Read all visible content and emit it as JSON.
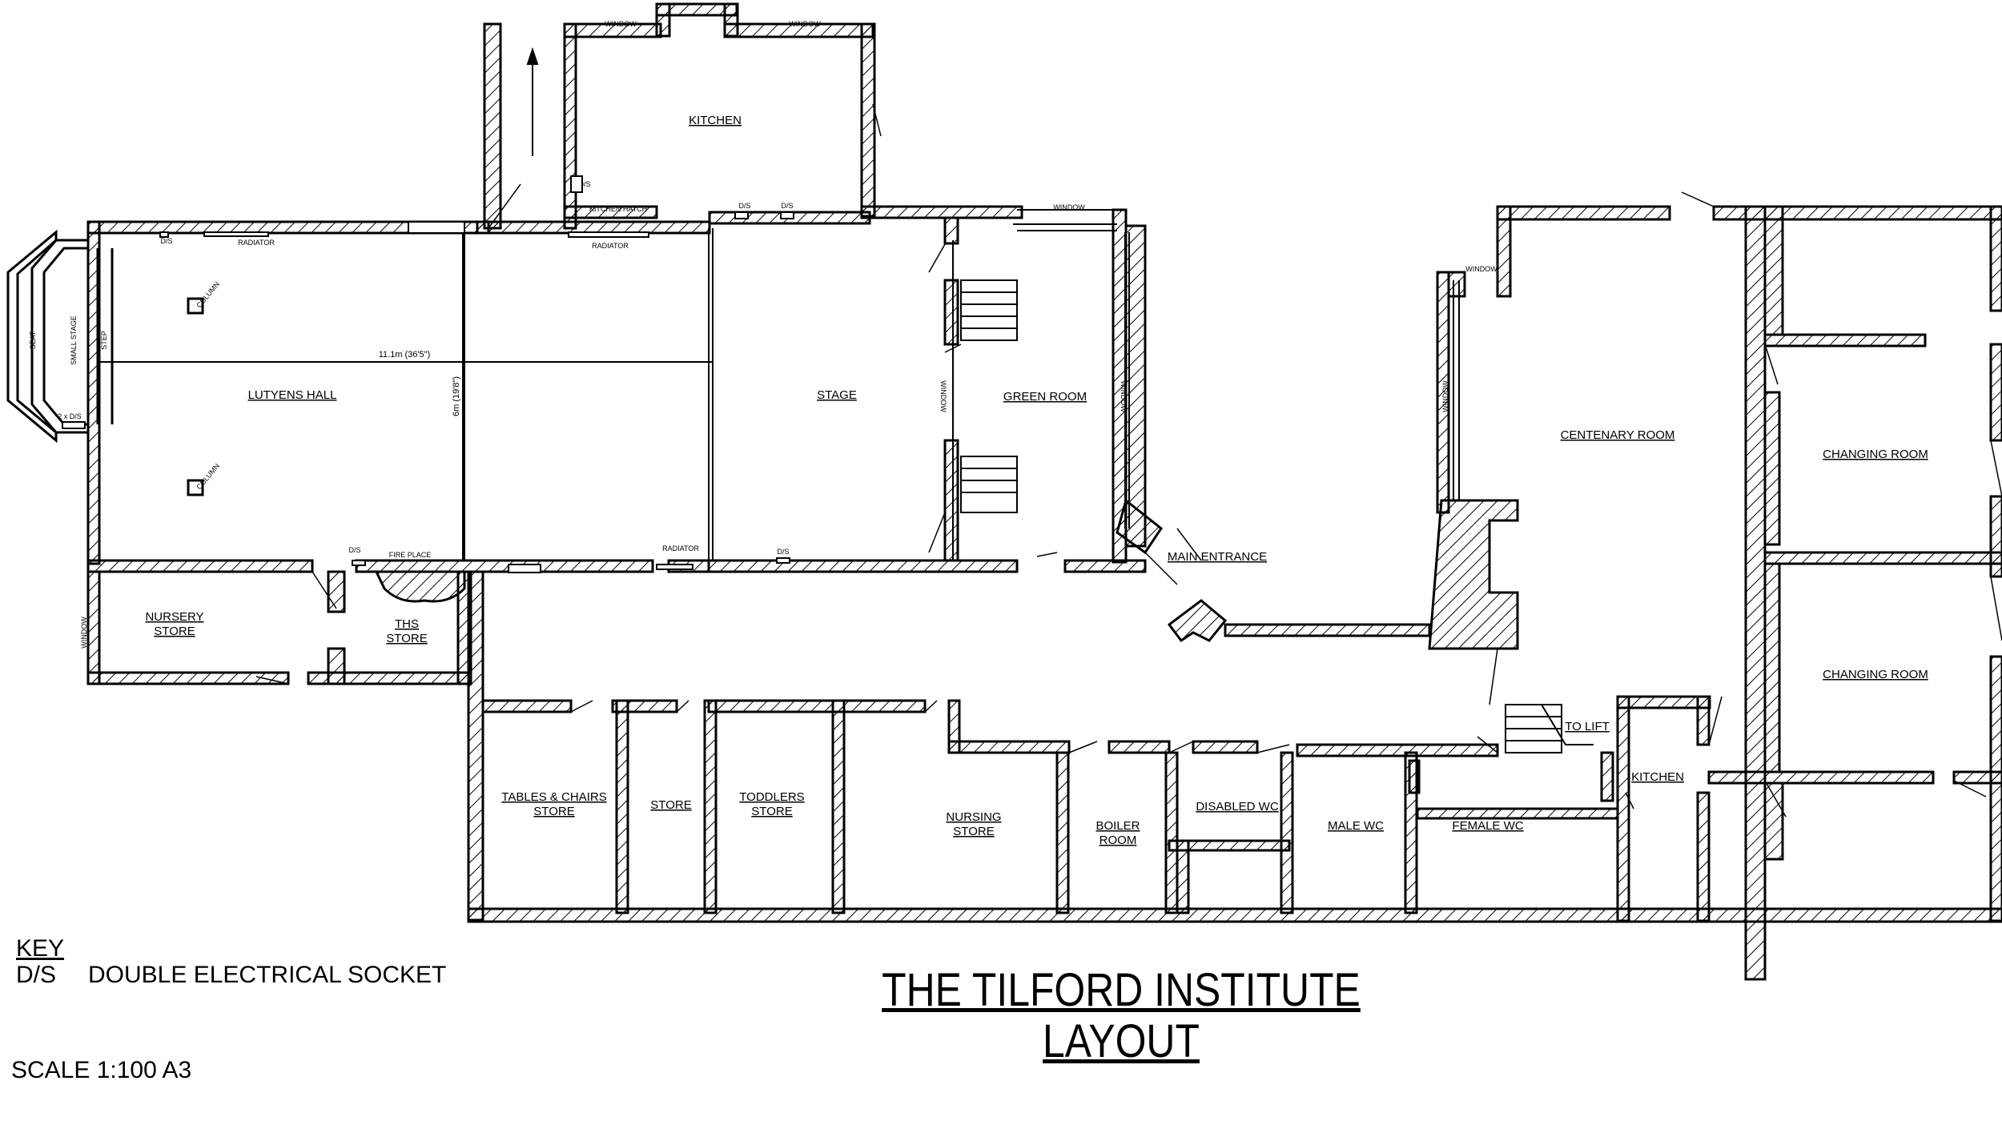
{
  "rooms": {
    "kitchen_top": "KITCHEN",
    "lutyens_hall": "LUTYENS HALL",
    "stage": "STAGE",
    "green_room": "GREEN ROOM",
    "centenary_room": "CENTENARY ROOM",
    "changing_room_1": "CHANGING ROOM",
    "changing_room_2": "CHANGING ROOM",
    "nursery_store": [
      "NURSERY",
      "STORE"
    ],
    "ths_store": [
      "THS",
      "STORE"
    ],
    "tables_chairs_store": [
      "TABLES & CHAIRS",
      "STORE"
    ],
    "store": "STORE",
    "toddlers_store": [
      "TODDLERS",
      "STORE"
    ],
    "nursing_store": [
      "NURSING",
      "STORE"
    ],
    "boiler_room": [
      "BOILER",
      "ROOM"
    ],
    "disabled_wc": "DISABLED WC",
    "male_wc": "MALE WC",
    "female_wc": "FEMALE WC",
    "kitchen_small": "KITCHEN",
    "main_entrance": "MAIN ENTRANCE",
    "to_lift": "TO LIFT"
  },
  "annotations": {
    "window": "WINDOW",
    "ds": "D/S",
    "two_ds": "2 x D/S",
    "radiator": "RADIATOR",
    "column": "COLUMN",
    "kitchen_hatch": "KITCHEN HATCH",
    "fire_place": "FIRE PLACE",
    "seat": "SEAT",
    "small_stage": "SMALL STAGE",
    "step": "STEP",
    "dim_length": "11.1m (36'5\")",
    "dim_width": "6m (19'8\")"
  },
  "key": {
    "heading": "KEY",
    "abbr": "D/S",
    "meaning": "DOUBLE ELECTRICAL SOCKET",
    "scale": "SCALE 1:100 A3"
  },
  "title": {
    "line1": "THE TILFORD INSTITUTE",
    "line2": "LAYOUT"
  }
}
